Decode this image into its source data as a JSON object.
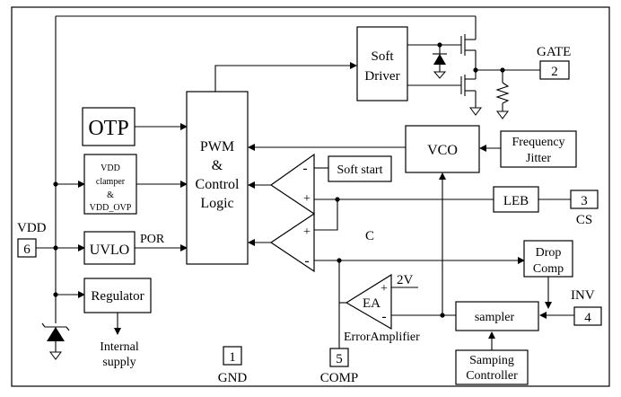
{
  "blocks": {
    "otp": "OTP",
    "vdd_clamper_lines": [
      "VDD",
      "clamper",
      "&",
      "VDD_OVP"
    ],
    "uvlo": "UVLO",
    "regulator": "Regulator",
    "pwm_lines": [
      "PWM",
      "&",
      "Control",
      "Logic"
    ],
    "soft_driver_lines": [
      "Soft",
      "Driver"
    ],
    "vco": "VCO",
    "frequency_jitter_lines": [
      "Frequency",
      "Jitter"
    ],
    "soft_start": "Soft start",
    "leb": "LEB",
    "drop_comp_lines": [
      "Drop",
      "Comp"
    ],
    "sampler": "sampler",
    "samping_controller_lines": [
      "Samping",
      "Controller"
    ],
    "ea": "EA"
  },
  "labels": {
    "por": "POR",
    "c": "C",
    "two_v": "2V",
    "error_amplifier": "ErrorAmplifier",
    "internal_supply_lines": [
      "Internal",
      "supply"
    ],
    "plus": "+",
    "minus": "-"
  },
  "pins": {
    "vdd": {
      "name": "VDD",
      "number": "6"
    },
    "gate": {
      "name": "GATE",
      "number": "2"
    },
    "cs": {
      "name": "CS",
      "number": "3"
    },
    "inv": {
      "name": "INV",
      "number": "4"
    },
    "comp": {
      "name": "COMP",
      "number": "5"
    },
    "gnd": {
      "name": "GND",
      "number": "1"
    }
  }
}
